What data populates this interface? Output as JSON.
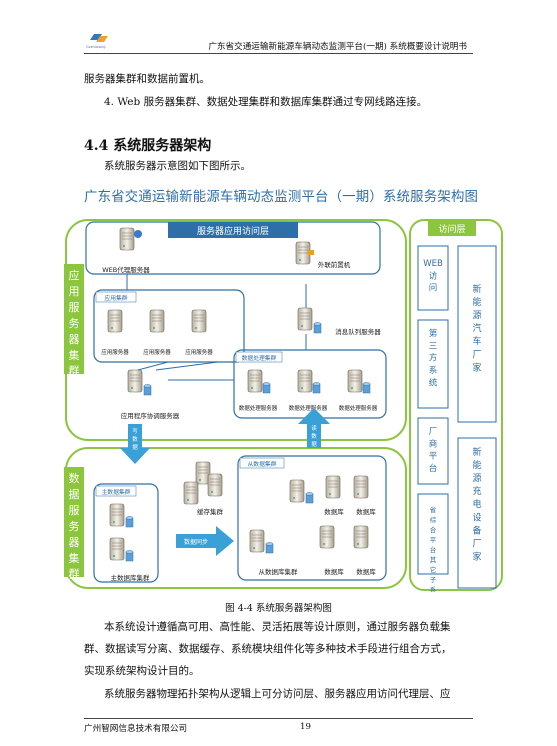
{
  "header": {
    "title": "广东省交通运输新能源车辆动态监测平台(一期) 系统概要设计说明书",
    "logo_text": "Gzzhiwang"
  },
  "body": {
    "p1": "服务器集群和数据前置机。",
    "p2": "4. Web 服务器集群、数据处理集群和数据库集群通过专网线路连接。",
    "section": "4.4  系统服务器架构",
    "p3": "系统服务器示意图如下图所示。",
    "p4a": "本系统设计遵循高可用、高性能、灵活拓展等设计原则，通过服务器负载集",
    "p4b": "群、数据读写分离、数据缓存、系统模块组件化等多种技术手段进行组合方式，",
    "p4c": "实现系统架构设计目的。",
    "p5": "系统服务器物理拓扑架构从逻辑上可分访问层、服务器应用访问代理层、应"
  },
  "figure": {
    "title": "广东省交通运输新能源车辆动态监测平台（一期）系统服务架构图",
    "caption": "图 4-4  系统服务器架构图",
    "app_cluster_label": "应用服务器集群",
    "access_proxy_label": "服务器应用访问层",
    "web_proxy_label": "WEB代理服务器",
    "front_machine_label": "外联前置机",
    "app_group_label": "应用集群",
    "app_server_label": "应用服务器",
    "mq_label": "消息队列服务器",
    "dp_cluster_label": "数据处理集群",
    "dp_server_label": "数据处理服务器",
    "coord_label": "应用程序协调服务器",
    "write_data": "写数据",
    "read_data": "读数据",
    "data_cluster_label": "数据服务器集群",
    "master_db_group": "主数据集群",
    "master_db_label": "主数据库集群",
    "cache_label": "缓存集群",
    "sync_label": "数据同步",
    "slave_db_group": "从数据集群",
    "slave_db_label": "从数据库集群",
    "db_label": "数据库",
    "access_layer": "访问层",
    "web_access": "WEB访问",
    "third_party": "第三方系统",
    "vendor_platform": "厂商平台",
    "province_system": "省综合平台其它子系统",
    "nev_maker": "新能源汽车厂家",
    "charging_maker": "新能源充电设备厂家"
  },
  "footer": {
    "company": "广州智网信息技术有限公司",
    "page": "19"
  }
}
